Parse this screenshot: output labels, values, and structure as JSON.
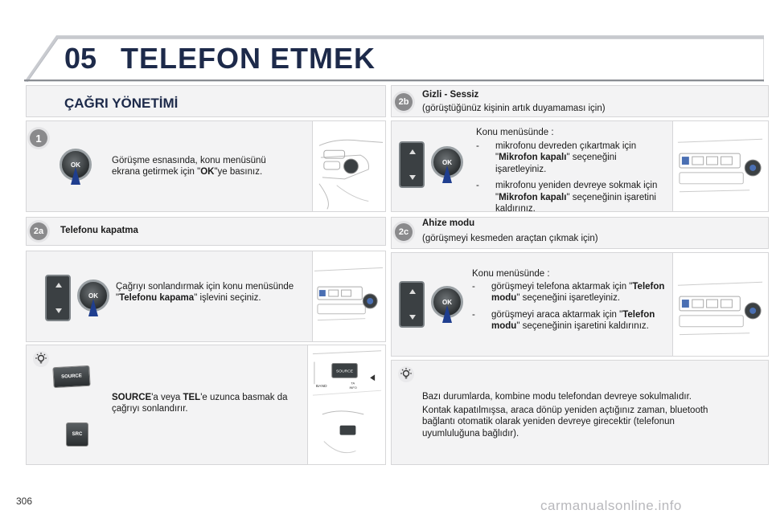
{
  "header": {
    "chapter_number": "05",
    "chapter_title": "TELEFON ETMEK"
  },
  "left": {
    "section_title": "ÇAĞRI YÖNETİMİ",
    "step1": {
      "badge": "1",
      "ok_label": "OK",
      "text_before": "Görüşme esnasında, konu menüsünü ekrana getirmek için \"",
      "text_bold": "OK",
      "text_after": "\"ye basınız."
    },
    "step2a": {
      "badge": "2a",
      "title": "Telefonu kapatma",
      "ok_label": "OK",
      "text_before": "Çağrıyı sonlandırmak için konu menüsünde \"",
      "text_bold": "Telefonu kapama",
      "text_after": "\" işlevini seçiniz."
    },
    "tip": {
      "source_key": "SOURCE",
      "src_key": "SRC",
      "text_bold1": "SOURCE",
      "text_mid": "'a veya ",
      "text_bold2": "TEL",
      "text_after": "'e uzunca basmak da çağrıyı sonlandırır.",
      "sketch_source": "SOURCE",
      "sketch_band": "BAND",
      "sketch_ta": "TA",
      "sketch_info": "INFO"
    }
  },
  "right": {
    "step2b": {
      "badge": "2b",
      "title": "Gizli - Sessiz",
      "subtitle": "(görüştüğünüz kişinin artık duyamaması için)",
      "ok_label": "OK",
      "menu_intro": "Konu menüsünde :",
      "items": [
        {
          "dash": "-",
          "before": "mikrofonu devreden çıkartmak için \"",
          "bold": "Mikrofon kapalı",
          "after": "\" seçeneğini işaretleyiniz."
        },
        {
          "dash": "-",
          "before": "mikrofonu yeniden devreye sokmak için \"",
          "bold": "Mikrofon kapalı",
          "after": "\" seçeneğinin işaretini kaldırınız."
        }
      ]
    },
    "step2c": {
      "badge": "2c",
      "title": "Ahize modu",
      "subtitle": "(görüşmeyi kesmeden araçtan çıkmak için)",
      "ok_label": "OK",
      "menu_intro": "Konu menüsünde :",
      "items": [
        {
          "dash": "-",
          "before": "görüşmeyi telefona aktarmak için \"",
          "bold": "Telefon modu",
          "after": "\" seçeneğini işaretleyiniz."
        },
        {
          "dash": "-",
          "before": "görüşmeyi araca aktarmak için \"",
          "bold": "Telefon modu",
          "after": "\" seçeneğinin işaretini kaldırınız."
        }
      ]
    },
    "tip": {
      "para1": "Bazı durumlarda, kombine modu telefondan devreye sokulmalıdır.",
      "para2": "Kontak kapatılmışsa, araca dönüp yeniden açtığınız zaman, bluetooth bağlantı otomatik olarak yeniden devreye girecektir (telefonun uyumluluğuna bağlıdır)."
    }
  },
  "footer": {
    "page_number": "306",
    "watermark": "carmanualsonline.info"
  },
  "colors": {
    "title": "#1d2a4a",
    "panel": "#f3f3f4",
    "badge": "#8a8a8c",
    "arrow": "#1f3e8f"
  }
}
